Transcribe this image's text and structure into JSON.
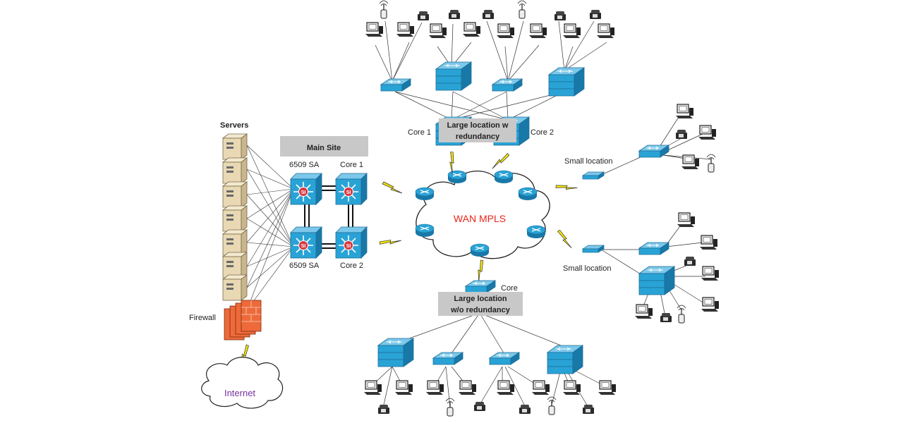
{
  "labels": {
    "servers": "Servers",
    "main_site": "Main Site",
    "sa_top": "6509 SA",
    "core1_main": "Core 1",
    "sa_bottom": "6509 SA",
    "core2_main": "Core 2",
    "firewall": "Firewall",
    "internet": "Internet",
    "wan": "WAN MPLS",
    "large_red_line1": "Large location w",
    "large_red_line2": "redundancy",
    "core1_large": "Core 1",
    "core2_large": "Core 2",
    "small_location_top": "Small location",
    "small_location_bottom": "Small location",
    "core_large_nored": "Core",
    "large_nored_line1": "Large location",
    "large_nored_line2": "w/o redundancy"
  },
  "colors": {
    "switch_blue": "#29a3d6",
    "switch_dark": "#1878a8",
    "server_beige": "#e8d8b4",
    "firewall_orange": "#ee6a3a",
    "link_yellow": "#f2e400",
    "label_box_gray": "#c8c8c8",
    "wan_text": "#e8251a",
    "internet_text": "#7a2fa0"
  }
}
